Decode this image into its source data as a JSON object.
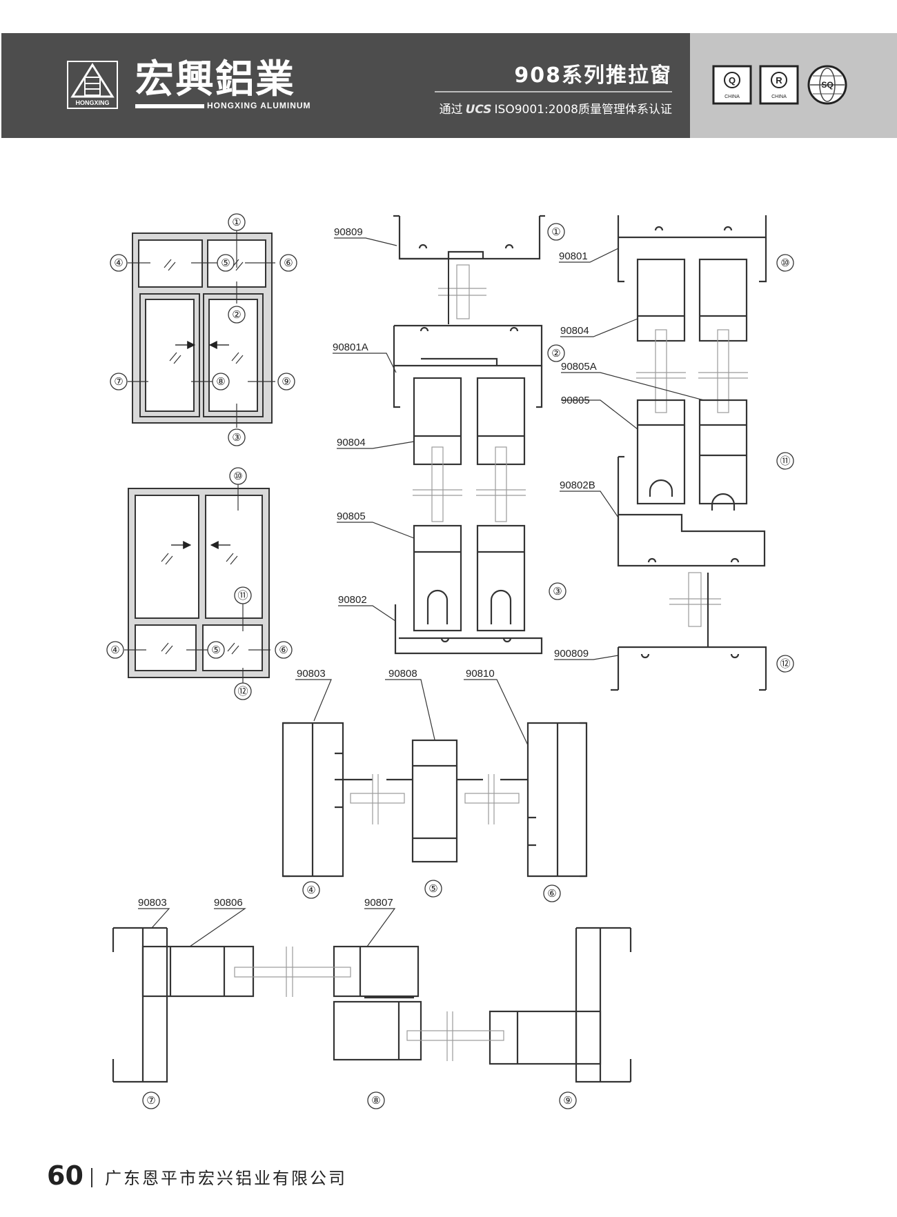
{
  "header": {
    "brand_cn": "宏興鋁業",
    "brand_en": "HONGXING ALUMINUM",
    "emblem_text": "HONGXING",
    "series_title": "908系列推拉窗",
    "cert_prefix": "通过",
    "cert_ucs": "UCS",
    "cert_rest": "ISO9001:2008质量管理体系认证",
    "badges": [
      {
        "letter": "Q",
        "label": "CHINA"
      },
      {
        "letter": "R",
        "label": "CHINA"
      },
      {
        "letter": "SQ",
        "label": ""
      }
    ]
  },
  "markers": [
    "①",
    "②",
    "③",
    "④",
    "⑤",
    "⑥",
    "⑦",
    "⑧",
    "⑨",
    "⑩",
    "⑪",
    "⑫"
  ],
  "profile_codes": {
    "p90809": "90809",
    "p90801A": "90801A",
    "p90804a": "90804",
    "p90805a": "90805",
    "p90802": "90802",
    "p90801": "90801",
    "p90804b": "90804",
    "p90805A": "90805A",
    "p90805b": "90805",
    "p90802B": "90802B",
    "p900809": "900809",
    "p90803a": "90803",
    "p90808": "90808",
    "p90810": "90810",
    "p90803b": "90803",
    "p90806": "90806",
    "p90807": "90807"
  },
  "footer": {
    "page_number": "60",
    "company": "广东恩平市宏兴铝业有限公司"
  }
}
